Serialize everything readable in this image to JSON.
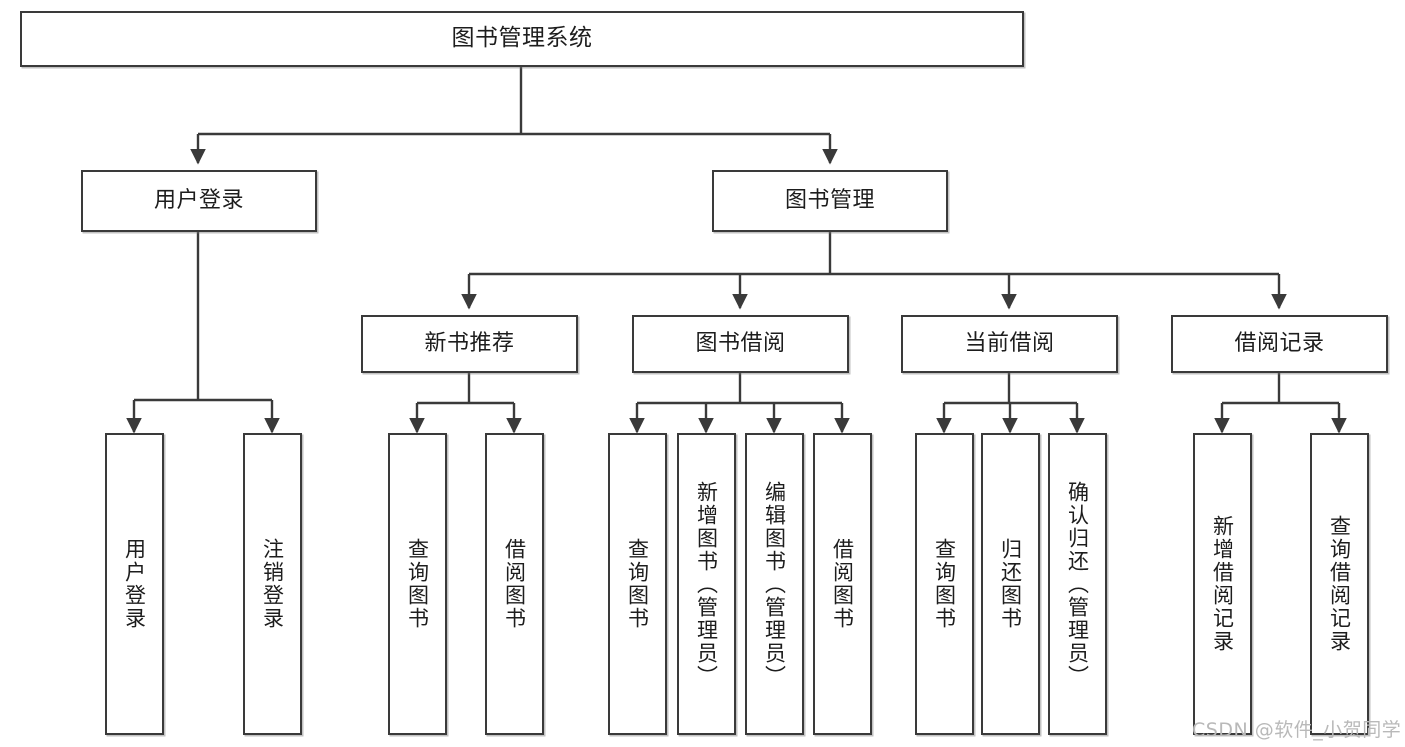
{
  "diagram": {
    "title": "图书管理系统",
    "type": "tree-hierarchy",
    "watermark": "CSDN @软件_小贺同学"
  },
  "nodes": {
    "root": {
      "label": "图书管理系统"
    },
    "level2": [
      {
        "id": "user-login",
        "label": "用户登录"
      },
      {
        "id": "book-manage",
        "label": "图书管理"
      }
    ],
    "level3": [
      {
        "id": "new-book-recommend",
        "label": "新书推荐"
      },
      {
        "id": "book-borrow",
        "label": "图书借阅"
      },
      {
        "id": "current-borrow",
        "label": "当前借阅"
      },
      {
        "id": "borrow-record",
        "label": "借阅记录"
      }
    ],
    "leaves": {
      "user_login": [
        {
          "id": "leaf-user-login",
          "label": "用户登录"
        },
        {
          "id": "leaf-logout-login",
          "label": "注销登录"
        }
      ],
      "new_book_recommend": [
        {
          "id": "leaf-query-book-1",
          "label": "查询图书"
        },
        {
          "id": "leaf-borrow-book-1",
          "label": "借阅图书"
        }
      ],
      "book_borrow": [
        {
          "id": "leaf-query-book-2",
          "label": "查询图书"
        },
        {
          "id": "leaf-add-book",
          "label": "新增图书（管理员）"
        },
        {
          "id": "leaf-edit-book",
          "label": "编辑图书（管理员）"
        },
        {
          "id": "leaf-borrow-book-2",
          "label": "借阅图书"
        }
      ],
      "current_borrow": [
        {
          "id": "leaf-query-book-3",
          "label": "查询图书"
        },
        {
          "id": "leaf-return-book",
          "label": "归还图书"
        },
        {
          "id": "leaf-confirm-return",
          "label": "确认归还（管理员）"
        }
      ],
      "borrow_record": [
        {
          "id": "leaf-add-record",
          "label": "新增借阅记录"
        },
        {
          "id": "leaf-query-record",
          "label": "查询借阅记录"
        }
      ]
    }
  },
  "colors": {
    "border": "#3a3a3a",
    "text": "#1d1d1d",
    "background": "#ffffff",
    "watermark": "#b9b9b9"
  }
}
